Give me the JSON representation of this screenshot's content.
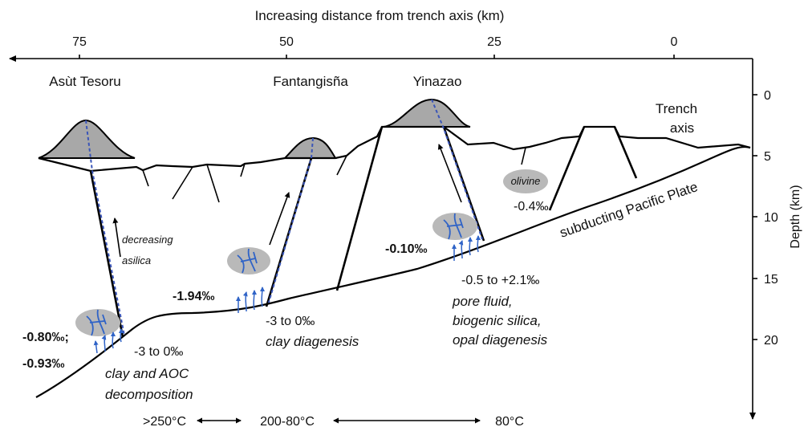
{
  "top_axis": {
    "title": "Increasing distance from trench axis (km)",
    "ticks": [
      "75",
      "50",
      "25",
      "0"
    ]
  },
  "right_axis": {
    "title": "Depth (km)",
    "ticks": [
      "0",
      "5",
      "10",
      "15",
      "20"
    ]
  },
  "seamounts": [
    "Asùt Tesoru",
    "Fantangisña",
    "Yinazao"
  ],
  "labels": {
    "trench_axis_line1": "Trench",
    "trench_axis_line2": "axis",
    "plate": "subducting Pacific Plate",
    "olivine": "olivine",
    "decreasing_line1": "decreasing",
    "decreasing_line2": "asilica"
  },
  "values": {
    "asut_a": "-0.80‰;",
    "asut_b": "-0.93‰",
    "asut_range": "-3 to 0‰",
    "asut_process_1": "clay and AOC",
    "asut_process_2": "decomposition",
    "fant": "-1.94‰",
    "fant_range": "-3 to 0‰",
    "fant_process": "clay diagenesis",
    "yin": "-0.10‰",
    "olivine_val": "-0.4‰",
    "yin_range": "-0.5 to +2.1‰",
    "yin_process_1": "pore fluid,",
    "yin_process_2": "biogenic silica,",
    "yin_process_3": "opal diagenesis"
  },
  "temperatures": [
    ">250°C",
    "200-80°C",
    "80°C"
  ]
}
